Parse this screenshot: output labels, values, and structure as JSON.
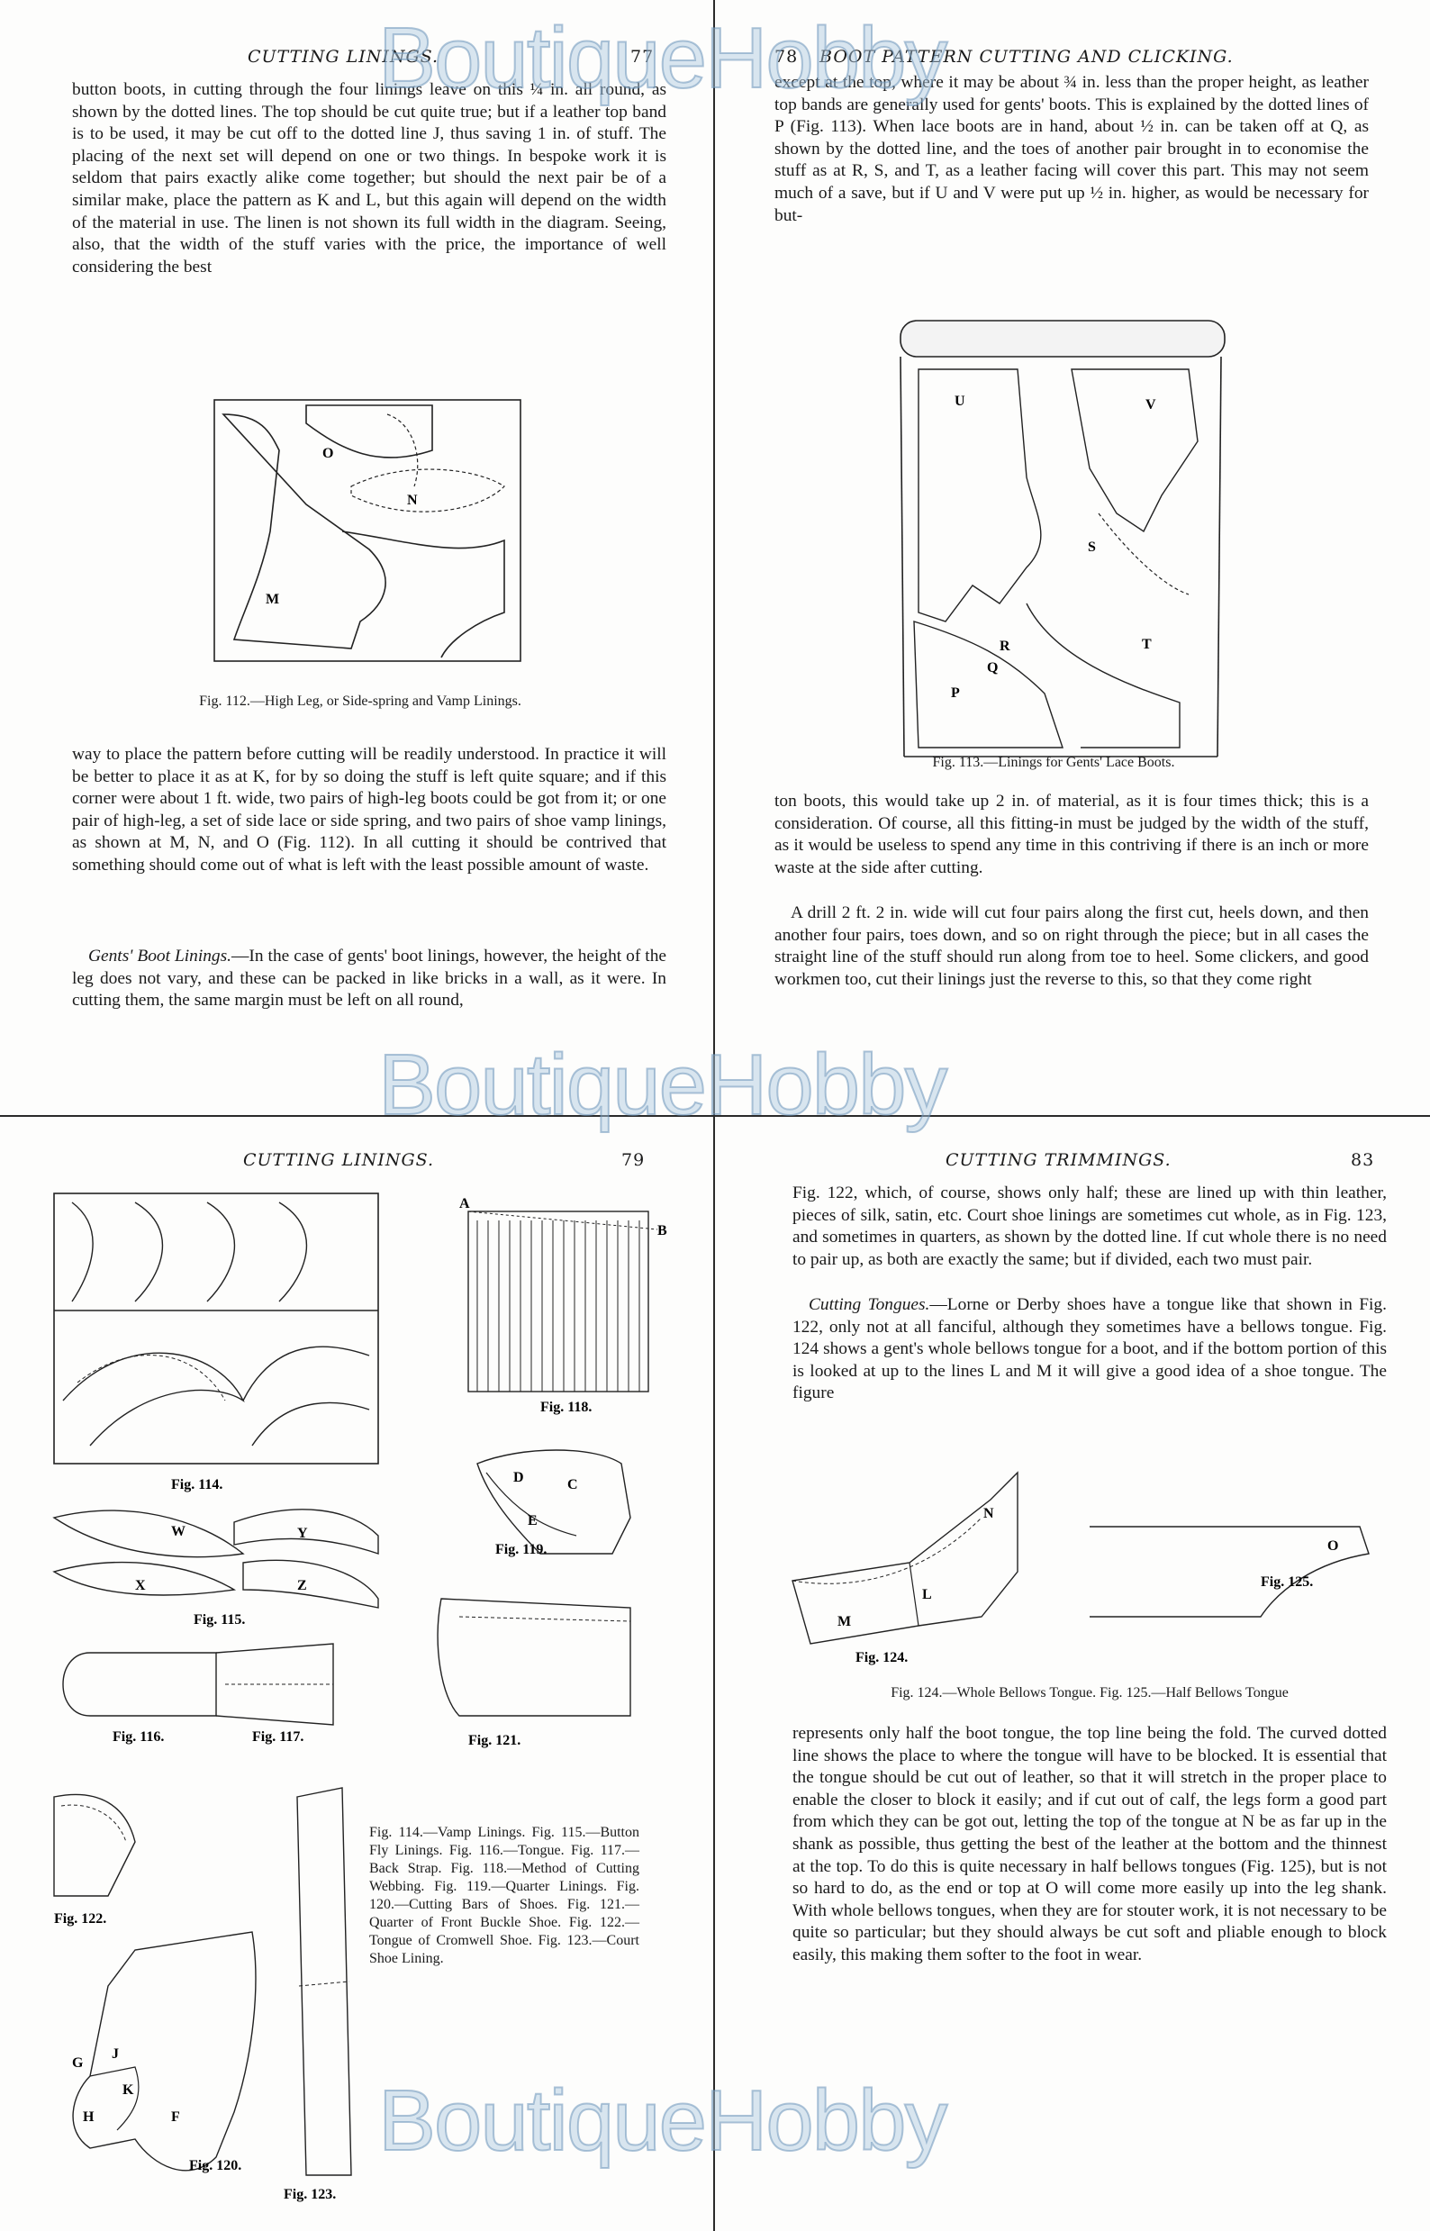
{
  "watermark": "BoutiqueHobby",
  "page77": {
    "header_title": "CUTTING LININGS.",
    "page_number": "77",
    "para1": "button boots, in cutting through the four linings leave on this ¼ in. all round, as shown by the dotted lines. The top should be cut quite true; but if a leather top band is to be used, it may be cut off to the dotted line J, thus saving 1 in. of stuff. The placing of the next set will depend on one or two things. In bespoke work it is seldom that pairs exactly alike come together; but should the next pair be of a similar make, place the pattern as K and L, but this again will depend on the width of the material in use. The linen is not shown its full width in the diagram. Seeing, also, that the width of the stuff varies with the price, the importance of well considering the best",
    "figure_labels": [
      "O",
      "N",
      "M"
    ],
    "caption": "Fig. 112.—High Leg, or Side-spring and Vamp Linings.",
    "para2": "way to place the pattern before cutting will be readily understood. In practice it will be better to place it as at K, for by so doing the stuff is left quite square; and if this corner were about 1 ft. wide, two pairs of high-leg boots could be got from it; or one pair of high-leg, a set of side lace or side spring, and two pairs of shoe vamp linings, as shown at M, N, and O (Fig. 112). In all cutting it should be contrived that something should come out of what is left with the least possible amount of waste.",
    "para3_heading": "Gents' Boot Linings.",
    "para3": "—In the case of gents' boot linings, however, the height of the leg does not vary, and these can be packed in like bricks in a wall, as it were. In cutting them, the same margin must be left on all round,"
  },
  "page78": {
    "page_number": "78",
    "header_title": "BOOT PATTERN CUTTING AND CLICKING.",
    "para1": "except at the top, where it may be about ¾ in. less than the proper height, as leather top bands are generally used for gents' boots. This is explained by the dotted lines of P (Fig. 113). When lace boots are in hand, about ½ in. can be taken off at Q, as shown by the dotted line, and the toes of another pair brought in to economise the stuff as at R, S, and T, as a leather facing will cover this part. This may not seem much of a save, but if U and V were put up ½ in. higher, as would be necessary for but-",
    "figure_labels": [
      "U",
      "V",
      "S",
      "R",
      "Q",
      "T",
      "P"
    ],
    "caption": "Fig. 113.—Linings for Gents' Lace Boots.",
    "para2": "ton boots, this would take up 2 in. of material, as it is four times thick; this is a consideration. Of course, all this fitting-in must be judged by the width of the stuff, as it would be useless to spend any time in this contriving if there is an inch or more waste at the side after cutting.",
    "para3": "A drill 2 ft. 2 in. wide will cut four pairs along the first cut, heels down, and then another four pairs, toes down, and so on right through the piece; but in all cases the straight line of the stuff should run along from toe to heel. Some clickers, and good workmen too, cut their linings just the reverse to this, so that they come right"
  },
  "page79": {
    "header_title": "CUTTING LININGS.",
    "page_number": "79",
    "fig_labels": {
      "f114": "Fig. 114.",
      "f115": "Fig. 115.",
      "f116": "Fig. 116.",
      "f117": "Fig. 117.",
      "f118": "Fig. 118.",
      "f119": "Fig. 119.",
      "f120": "Fig. 120.",
      "f121": "Fig. 121.",
      "f122": "Fig. 122.",
      "f123": "Fig. 123."
    },
    "letters": {
      "a": "A",
      "b": "B",
      "c": "C",
      "d": "D",
      "e": "E",
      "w": "W",
      "y": "Y",
      "x": "X",
      "z": "Z",
      "g": "G",
      "j": "J",
      "k": "K",
      "h": "H",
      "f": "F"
    },
    "legend": "Fig. 114.—Vamp Linings. Fig. 115.—Button Fly Linings. Fig. 116.—Tongue. Fig. 117.—Back Strap. Fig. 118.—Method of Cutting Webbing. Fig. 119.—Quarter Linings. Fig. 120.—Cutting Bars of Shoes. Fig. 121.—Quarter of Front Buckle Shoe. Fig. 122.—Tongue of Cromwell Shoe. Fig. 123.—Court Shoe Lining."
  },
  "page83": {
    "header_title": "CUTTING TRIMMINGS.",
    "page_number": "83",
    "para1": "Fig. 122, which, of course, shows only half; these are lined up with thin leather, pieces of silk, satin, etc. Court shoe linings are sometimes cut whole, as in Fig. 123, and sometimes in quarters, as shown by the dotted line. If cut whole there is no need to pair up, as both are exactly the same; but if divided, each two must pair.",
    "para2_heading": "Cutting Tongues.",
    "para2": "—Lorne or Derby shoes have a tongue like that shown in Fig. 122, only not at all fanciful, although they sometimes have a bellows tongue. Fig. 124 shows a gent's whole bellows tongue for a boot, and if the bottom portion of this is looked at up to the lines L and M it will give a good idea of a shoe tongue. The figure",
    "figure_letters": {
      "n": "N",
      "l": "L",
      "m": "M",
      "o": "O"
    },
    "fig124_label": "Fig. 124.",
    "fig125_label": "Fig. 125.",
    "caption": "Fig. 124.—Whole Bellows Tongue.  Fig. 125.—Half Bellows Tongue",
    "para3": "represents only half the boot tongue, the top line being the fold. The curved dotted line shows the place to where the tongue will have to be blocked. It is essential that the tongue should be cut out of leather, so that it will stretch in the proper place to enable the closer to block it easily; and if cut out of calf, the legs form a good part from which they can be got out, letting the top of the tongue at N be as far up in the shank as possible, thus getting the best of the leather at the bottom and the thinnest at the top. To do this is quite necessary in half bellows tongues (Fig. 125), but is not so hard to do, as the end or top at O will come more easily up into the leg shank. With whole bellows tongues, when they are for stouter work, it is not necessary to be quite so particular; but they should always be cut soft and pliable enough to block easily, this making them softer to the foot in wear."
  }
}
